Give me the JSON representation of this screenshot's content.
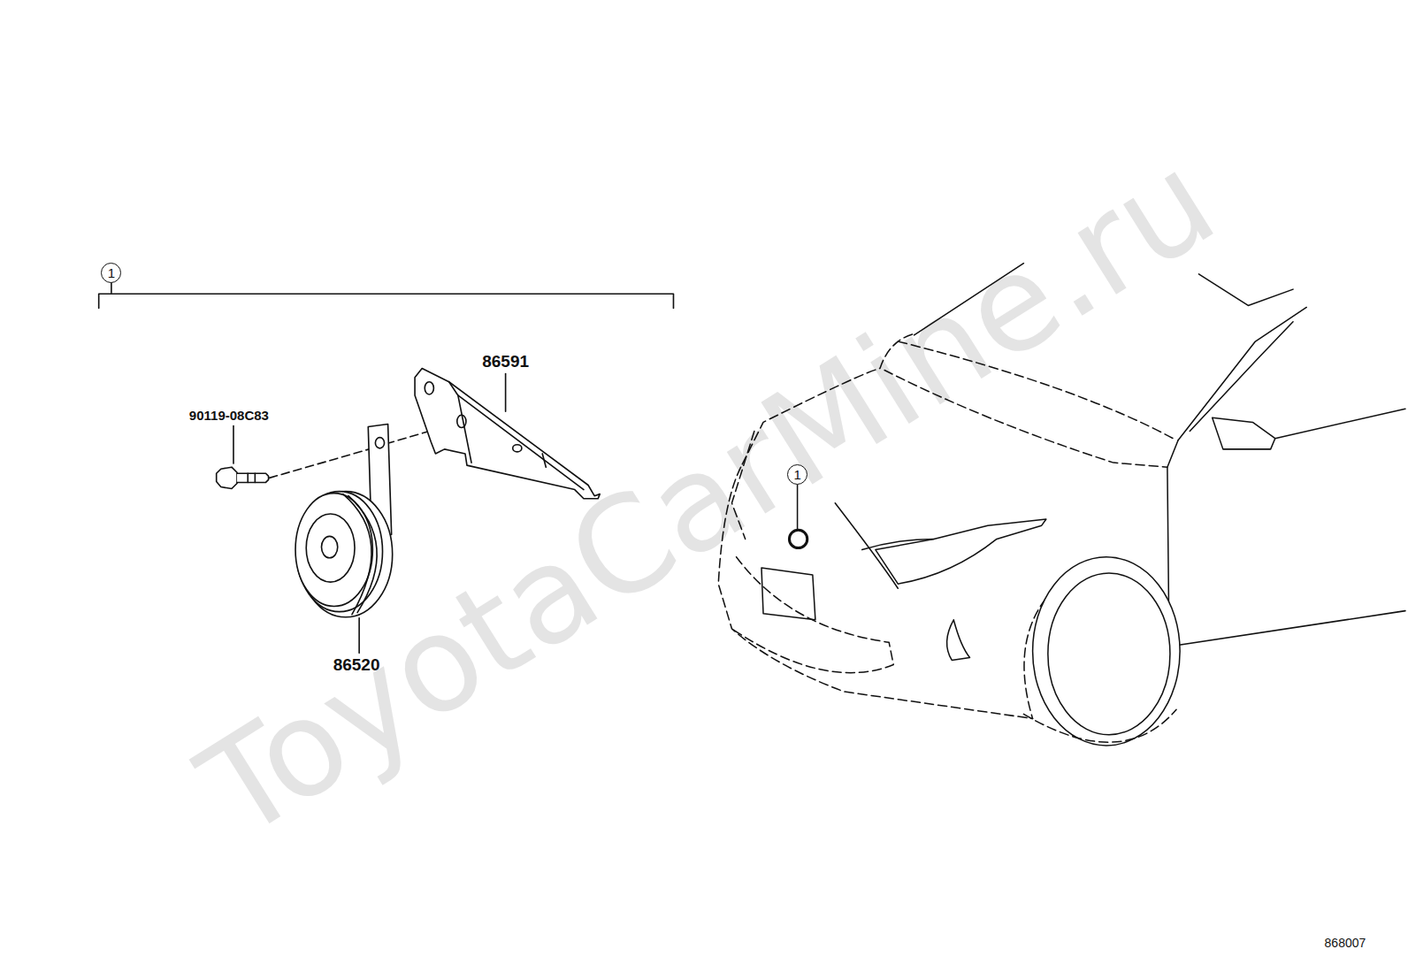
{
  "diagram": {
    "nodes": [
      {
        "text": [
          "1"
        ]
      },
      {
        "text": [
          "1"
        ]
      }
    ],
    "labels": [
      "90119-08C83",
      "86591",
      "86520",
      "868007",
      "ToyotaCarMine.ru"
    ]
  }
}
